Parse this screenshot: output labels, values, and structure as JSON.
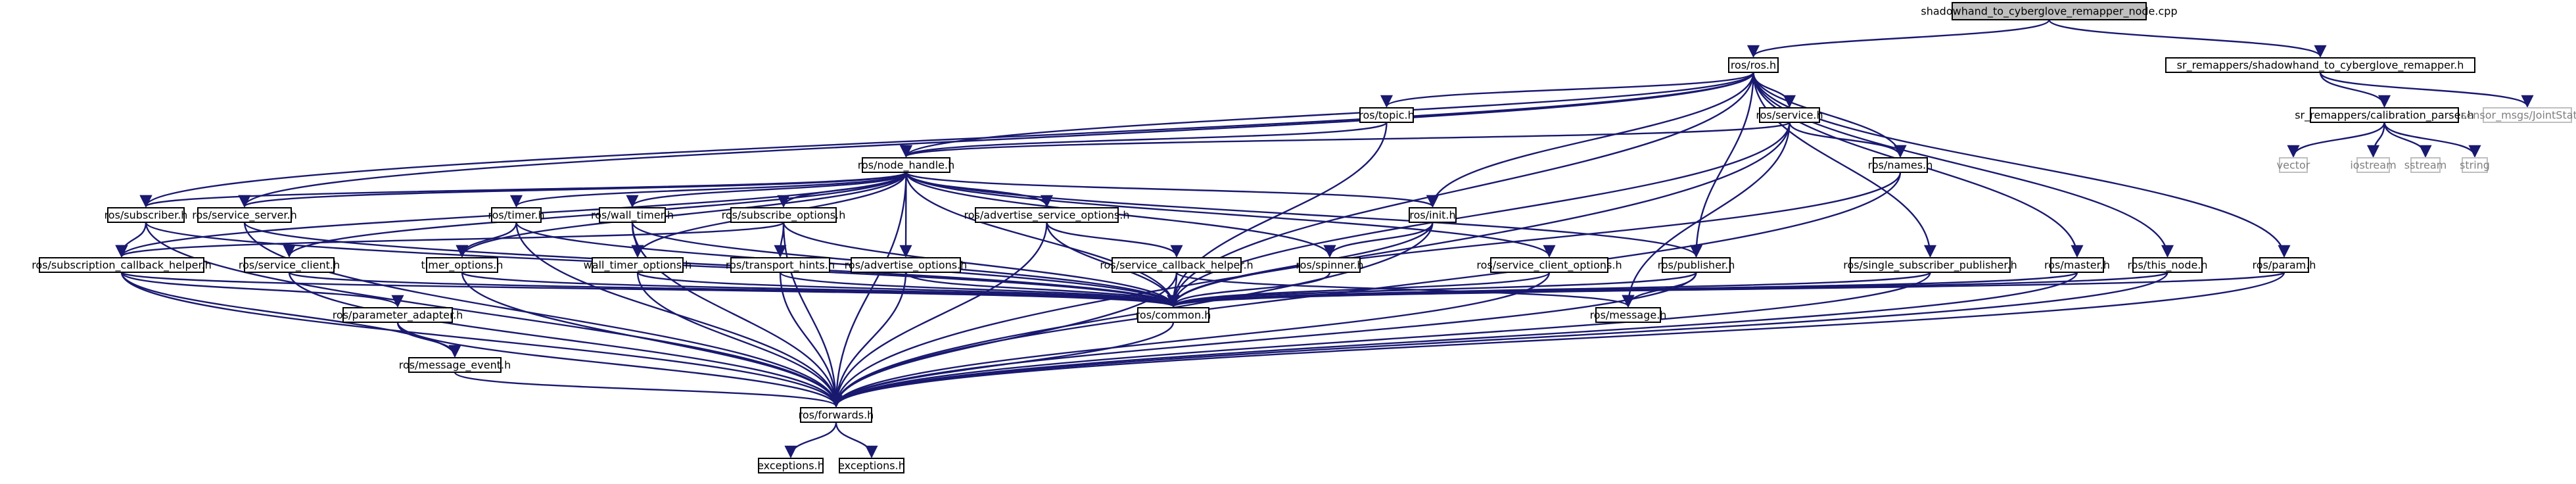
{
  "graph": {
    "colors": {
      "edge": "#191970",
      "root_fill": "#bfbfbf",
      "external_text": "#7f7f7f"
    },
    "nodes": [
      {
        "id": "root",
        "label": "shadowhand_to_cyberglove_remapper_node.cpp",
        "kind": "root"
      },
      {
        "id": "ros_ros",
        "label": "ros/ros.h",
        "kind": "normal"
      },
      {
        "id": "remapper",
        "label": "sr_remappers/shadowhand_to_cyberglove_remapper.h",
        "kind": "normal"
      },
      {
        "id": "calib",
        "label": "sr_remappers/calibration_parser.h",
        "kind": "normal"
      },
      {
        "id": "jointstate",
        "label": "sensor_msgs/JointState.h",
        "kind": "external"
      },
      {
        "id": "vector",
        "label": "vector",
        "kind": "external"
      },
      {
        "id": "iostream",
        "label": "iostream",
        "kind": "external"
      },
      {
        "id": "sstream",
        "label": "sstream",
        "kind": "external"
      },
      {
        "id": "string",
        "label": "string",
        "kind": "external"
      },
      {
        "id": "topic",
        "label": "ros/topic.h",
        "kind": "normal"
      },
      {
        "id": "service",
        "label": "ros/service.h",
        "kind": "normal"
      },
      {
        "id": "node_handle",
        "label": "ros/node_handle.h",
        "kind": "normal"
      },
      {
        "id": "names",
        "label": "ros/names.h",
        "kind": "normal"
      },
      {
        "id": "subscriber",
        "label": "ros/subscriber.h",
        "kind": "normal"
      },
      {
        "id": "service_server",
        "label": "ros/service_server.h",
        "kind": "normal"
      },
      {
        "id": "timer",
        "label": "ros/timer.h",
        "kind": "normal"
      },
      {
        "id": "wall_timer",
        "label": "ros/wall_timer.h",
        "kind": "normal"
      },
      {
        "id": "subscribe_options",
        "label": "ros/subscribe_options.h",
        "kind": "normal"
      },
      {
        "id": "advertise_service_options",
        "label": "ros/advertise_service_options.h",
        "kind": "normal"
      },
      {
        "id": "init",
        "label": "ros/init.h",
        "kind": "normal"
      },
      {
        "id": "subscription_callback_helper",
        "label": "ros/subscription_callback_helper.h",
        "kind": "normal"
      },
      {
        "id": "service_client",
        "label": "ros/service_client.h",
        "kind": "normal"
      },
      {
        "id": "timer_options",
        "label": "timer_options.h",
        "kind": "normal"
      },
      {
        "id": "wall_timer_options",
        "label": "wall_timer_options.h",
        "kind": "normal"
      },
      {
        "id": "transport_hints",
        "label": "ros/transport_hints.h",
        "kind": "normal"
      },
      {
        "id": "advertise_options",
        "label": "ros/advertise_options.h",
        "kind": "normal"
      },
      {
        "id": "service_callback_helper",
        "label": "ros/service_callback_helper.h",
        "kind": "normal"
      },
      {
        "id": "spinner",
        "label": "ros/spinner.h",
        "kind": "normal"
      },
      {
        "id": "service_client_options",
        "label": "ros/service_client_options.h",
        "kind": "normal"
      },
      {
        "id": "publisher",
        "label": "ros/publisher.h",
        "kind": "normal"
      },
      {
        "id": "single_subscriber_publisher",
        "label": "ros/single_subscriber_publisher.h",
        "kind": "normal"
      },
      {
        "id": "master",
        "label": "ros/master.h",
        "kind": "normal"
      },
      {
        "id": "this_node",
        "label": "ros/this_node.h",
        "kind": "normal"
      },
      {
        "id": "param",
        "label": "ros/param.h",
        "kind": "normal"
      },
      {
        "id": "parameter_adapter",
        "label": "ros/parameter_adapter.h",
        "kind": "normal"
      },
      {
        "id": "message_event",
        "label": "ros/message_event.h",
        "kind": "normal"
      },
      {
        "id": "common",
        "label": "ros/common.h",
        "kind": "normal"
      },
      {
        "id": "message",
        "label": "ros/message.h",
        "kind": "normal"
      },
      {
        "id": "forwards",
        "label": "ros/forwards.h",
        "kind": "normal"
      },
      {
        "id": "exceptions1",
        "label": "exceptions.h",
        "kind": "normal"
      },
      {
        "id": "exceptions2",
        "label": "exceptions.h",
        "kind": "normal"
      }
    ],
    "edges": [
      [
        "root",
        "ros_ros"
      ],
      [
        "root",
        "remapper"
      ],
      [
        "remapper",
        "calib"
      ],
      [
        "remapper",
        "jointstate"
      ],
      [
        "calib",
        "vector"
      ],
      [
        "calib",
        "iostream"
      ],
      [
        "calib",
        "sstream"
      ],
      [
        "calib",
        "string"
      ],
      [
        "ros_ros",
        "topic"
      ],
      [
        "ros_ros",
        "service"
      ],
      [
        "ros_ros",
        "node_handle"
      ],
      [
        "ros_ros",
        "names"
      ],
      [
        "ros_ros",
        "subscriber"
      ],
      [
        "ros_ros",
        "service_server"
      ],
      [
        "ros_ros",
        "init"
      ],
      [
        "ros_ros",
        "publisher"
      ],
      [
        "ros_ros",
        "single_subscriber_publisher"
      ],
      [
        "ros_ros",
        "master"
      ],
      [
        "ros_ros",
        "this_node"
      ],
      [
        "ros_ros",
        "param"
      ],
      [
        "ros_ros",
        "common"
      ],
      [
        "topic",
        "node_handle"
      ],
      [
        "topic",
        "common"
      ],
      [
        "service",
        "node_handle"
      ],
      [
        "service",
        "names"
      ],
      [
        "service",
        "common"
      ],
      [
        "service",
        "message"
      ],
      [
        "service",
        "forwards"
      ],
      [
        "node_handle",
        "subscriber"
      ],
      [
        "node_handle",
        "service_server"
      ],
      [
        "node_handle",
        "timer"
      ],
      [
        "node_handle",
        "wall_timer"
      ],
      [
        "node_handle",
        "subscribe_options"
      ],
      [
        "node_handle",
        "advertise_service_options"
      ],
      [
        "node_handle",
        "init"
      ],
      [
        "node_handle",
        "spinner"
      ],
      [
        "node_handle",
        "service_client_options"
      ],
      [
        "node_handle",
        "publisher"
      ],
      [
        "node_handle",
        "service_client"
      ],
      [
        "node_handle",
        "timer_options"
      ],
      [
        "node_handle",
        "wall_timer_options"
      ],
      [
        "node_handle",
        "advertise_options"
      ],
      [
        "node_handle",
        "common"
      ],
      [
        "node_handle",
        "forwards"
      ],
      [
        "node_handle",
        "subscription_callback_helper"
      ],
      [
        "names",
        "common"
      ],
      [
        "names",
        "forwards"
      ],
      [
        "subscriber",
        "subscription_callback_helper"
      ],
      [
        "subscriber",
        "common"
      ],
      [
        "subscriber",
        "forwards"
      ],
      [
        "service_server",
        "common"
      ],
      [
        "service_server",
        "forwards"
      ],
      [
        "timer",
        "timer_options"
      ],
      [
        "timer",
        "common"
      ],
      [
        "timer",
        "forwards"
      ],
      [
        "wall_timer",
        "wall_timer_options"
      ],
      [
        "wall_timer",
        "common"
      ],
      [
        "wall_timer",
        "forwards"
      ],
      [
        "subscribe_options",
        "transport_hints"
      ],
      [
        "subscribe_options",
        "subscription_callback_helper"
      ],
      [
        "subscribe_options",
        "common"
      ],
      [
        "subscribe_options",
        "forwards"
      ],
      [
        "advertise_service_options",
        "service_callback_helper"
      ],
      [
        "advertise_service_options",
        "common"
      ],
      [
        "advertise_service_options",
        "forwards"
      ],
      [
        "init",
        "spinner"
      ],
      [
        "init",
        "common"
      ],
      [
        "init",
        "forwards"
      ],
      [
        "subscription_callback_helper",
        "parameter_adapter"
      ],
      [
        "subscription_callback_helper",
        "message_event"
      ],
      [
        "subscription_callback_helper",
        "common"
      ],
      [
        "subscription_callback_helper",
        "forwards"
      ],
      [
        "service_client",
        "common"
      ],
      [
        "service_client",
        "forwards"
      ],
      [
        "timer_options",
        "common"
      ],
      [
        "timer_options",
        "forwards"
      ],
      [
        "wall_timer_options",
        "common"
      ],
      [
        "wall_timer_options",
        "forwards"
      ],
      [
        "transport_hints",
        "common"
      ],
      [
        "transport_hints",
        "forwards"
      ],
      [
        "advertise_options",
        "common"
      ],
      [
        "advertise_options",
        "forwards"
      ],
      [
        "service_callback_helper",
        "common"
      ],
      [
        "service_callback_helper",
        "forwards"
      ],
      [
        "service_callback_helper",
        "message"
      ],
      [
        "spinner",
        "common"
      ],
      [
        "service_client_options",
        "common"
      ],
      [
        "service_client_options",
        "forwards"
      ],
      [
        "publisher",
        "common"
      ],
      [
        "publisher",
        "message"
      ],
      [
        "publisher",
        "forwards"
      ],
      [
        "single_subscriber_publisher",
        "common"
      ],
      [
        "single_subscriber_publisher",
        "forwards"
      ],
      [
        "master",
        "common"
      ],
      [
        "master",
        "forwards"
      ],
      [
        "this_node",
        "common"
      ],
      [
        "this_node",
        "forwards"
      ],
      [
        "param",
        "common"
      ],
      [
        "param",
        "forwards"
      ],
      [
        "parameter_adapter",
        "message_event"
      ],
      [
        "parameter_adapter",
        "forwards"
      ],
      [
        "message_event",
        "forwards"
      ],
      [
        "common",
        "forwards"
      ],
      [
        "forwards",
        "exceptions1"
      ],
      [
        "forwards",
        "exceptions2"
      ]
    ]
  }
}
